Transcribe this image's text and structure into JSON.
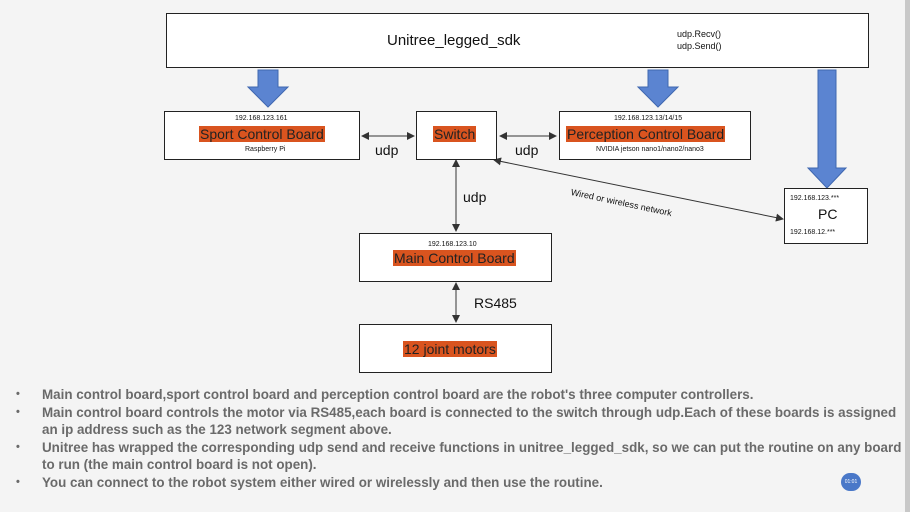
{
  "sdk": {
    "title": "Unitree_legged_sdk",
    "recv": "udp.Recv()",
    "send": "udp.Send()"
  },
  "sport": {
    "ip": "192.168.123.161",
    "label": "Sport Control Board",
    "sub": "Raspberry Pi"
  },
  "switch": {
    "label": "Switch"
  },
  "perception": {
    "ip": "192.168.123.13/14/15",
    "label": "Perception Control Board",
    "sub": "NVIDIA jetson nano1/nano2/nano3"
  },
  "pc": {
    "ip1": "192.168.123.***",
    "label": "PC",
    "ip2": "192.168.12.***"
  },
  "main": {
    "ip": "192.168.123.10",
    "label": "Main Control Board"
  },
  "motors": {
    "label": "12 joint motors"
  },
  "links": {
    "udp_left": "udp",
    "udp_right": "udp",
    "udp_down": "udp",
    "rs485": "RS485",
    "network": "Wired or wireless network"
  },
  "bullets": [
    "Main control board,sport control board and perception control board are the robot's three computer controllers.",
    "Main control board controls the motor via RS485,each board is connected to the switch through udp.Each of these boards is assigned an ip address such as the 123 network segment above.",
    "Unitree has wrapped the corresponding udp send and receive functions in unitree_legged_sdk, so we can put the routine on any board to run (the main control board is not open).",
    "You can connect to the robot system either wired or wirelessly and then use the routine."
  ],
  "badge": "01:01",
  "colors": {
    "highlight": "#d9541f",
    "arrow": "#5b84d1",
    "bullet_text": "#6a6a6a"
  }
}
